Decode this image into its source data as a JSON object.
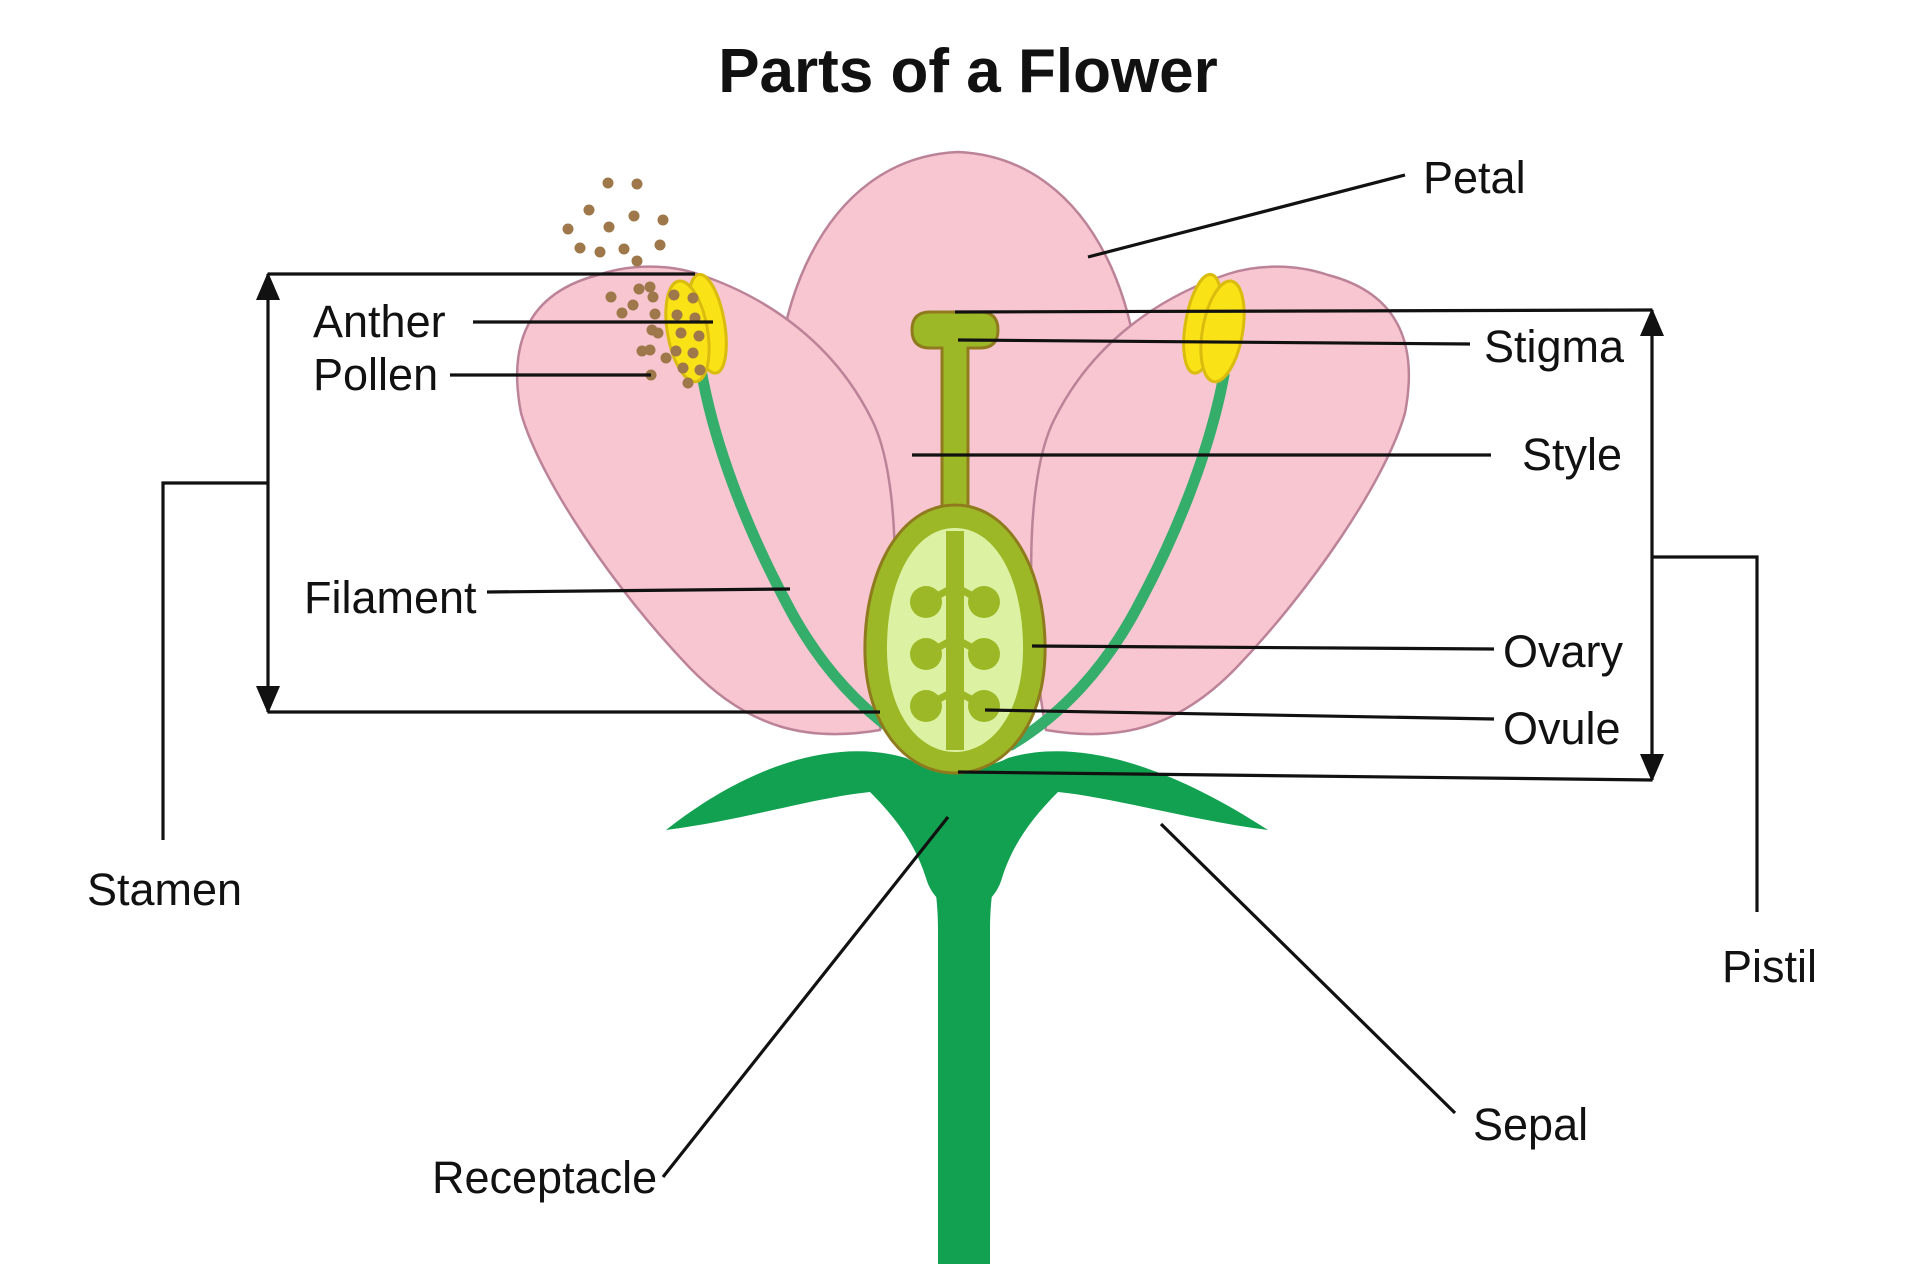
{
  "title": {
    "text": "Parts of a Flower"
  },
  "labels": {
    "petal": {
      "text": "Petal"
    },
    "anther": {
      "text": "Anther"
    },
    "pollen": {
      "text": "Pollen"
    },
    "stigma": {
      "text": "Stigma"
    },
    "style": {
      "text": "Style"
    },
    "filament": {
      "text": "Filament"
    },
    "ovary": {
      "text": "Ovary"
    },
    "ovule": {
      "text": "Ovule"
    },
    "stamen": {
      "text": "Stamen"
    },
    "pistil": {
      "text": "Pistil"
    },
    "sepal": {
      "text": "Sepal"
    },
    "receptacle": {
      "text": "Receptacle"
    }
  },
  "colors": {
    "bg": "#FFFFFF",
    "petal_fill": "#F8C6D1",
    "petal_stroke": "#BC8398",
    "sepal_green": "#12A150",
    "filament_green": "#35AD6B",
    "pistil_olive": "#9CB827",
    "ovary_stroke": "#8F7B1E",
    "ovary_inner": "#DCF2A2",
    "anther_yellow": "#F9E216",
    "anther_stroke": "#D9BC0E",
    "pollen_brown": "#9E784A",
    "line": "#111111",
    "text": "#111111"
  },
  "pollen_dots": {
    "scatter": [
      [
        608,
        183
      ],
      [
        637,
        184
      ],
      [
        589,
        210
      ],
      [
        634,
        216
      ],
      [
        663,
        220
      ],
      [
        568,
        229
      ],
      [
        609,
        227
      ],
      [
        660,
        245
      ],
      [
        580,
        248
      ],
      [
        600,
        252
      ],
      [
        624,
        249
      ],
      [
        637,
        261
      ],
      [
        650,
        287
      ],
      [
        639,
        289
      ],
      [
        611,
        297
      ],
      [
        653,
        297
      ],
      [
        633,
        305
      ],
      [
        622,
        313
      ],
      [
        655,
        314
      ],
      [
        652,
        330
      ],
      [
        658,
        333
      ],
      [
        650,
        350
      ],
      [
        642,
        351
      ],
      [
        666,
        358
      ],
      [
        651,
        375
      ]
    ],
    "in_anther": [
      [
        674,
        295
      ],
      [
        693,
        298
      ],
      [
        677,
        315
      ],
      [
        695,
        318
      ],
      [
        681,
        333
      ],
      [
        699,
        336
      ],
      [
        676,
        351
      ],
      [
        693,
        353
      ],
      [
        683,
        368
      ],
      [
        700,
        370
      ],
      [
        688,
        383
      ]
    ]
  }
}
